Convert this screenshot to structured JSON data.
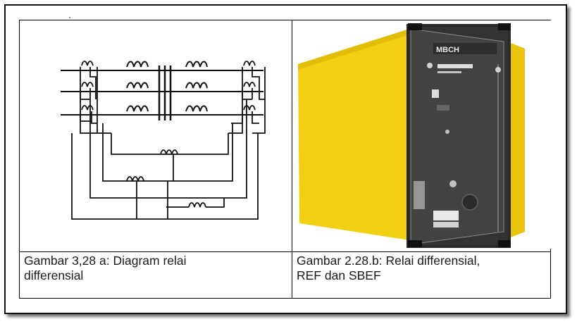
{
  "figures": [
    {
      "caption_line1": "Gambar 3,28 a: Diagram relai",
      "caption_line2": "differensial",
      "icon": "relay-circuit-diagram-icon"
    },
    {
      "caption_line1": "Gambar 2.28.b: Relai differensial,",
      "caption_line2": "REF dan SBEF",
      "device_label": "MBCH",
      "icon": "relay-device-photo"
    }
  ],
  "colors": {
    "yellow": "#f1cf12",
    "device_dark": "#2a2a2a",
    "line": "#111111"
  }
}
